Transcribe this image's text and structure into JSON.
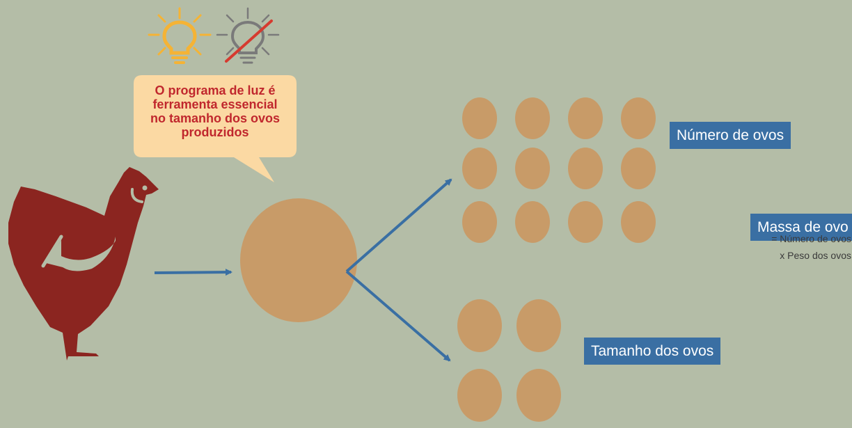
{
  "bubble": {
    "lines": [
      "O programa de luz é",
      "ferramenta essencial",
      "no tamanho dos ovos",
      "produzidos"
    ]
  },
  "labels": {
    "numero_de_ovos": "Número de ovos",
    "tamanho_dos_ovos": "Tamanho dos ovos",
    "massa_de_ovo": "Massa de ovo"
  },
  "formula": {
    "line1": "= Número de ovos",
    "line2": "x Peso dos ovos"
  },
  "colors": {
    "background": "#b4bda7",
    "egg": "#c89b68",
    "hen": "#8b2520",
    "arrow": "#3a6fa3",
    "label_box": "#3a6fa3",
    "bulb_on": "#f5b335",
    "bulb_off": "#7a7a7a",
    "strike": "#d63a2f",
    "bubble": "#fbd9a3",
    "bubble_text": "#c0272d"
  },
  "icons": [
    "light-bulb-on-icon",
    "light-bulb-off-icon",
    "hen-icon",
    "egg-icon"
  ]
}
